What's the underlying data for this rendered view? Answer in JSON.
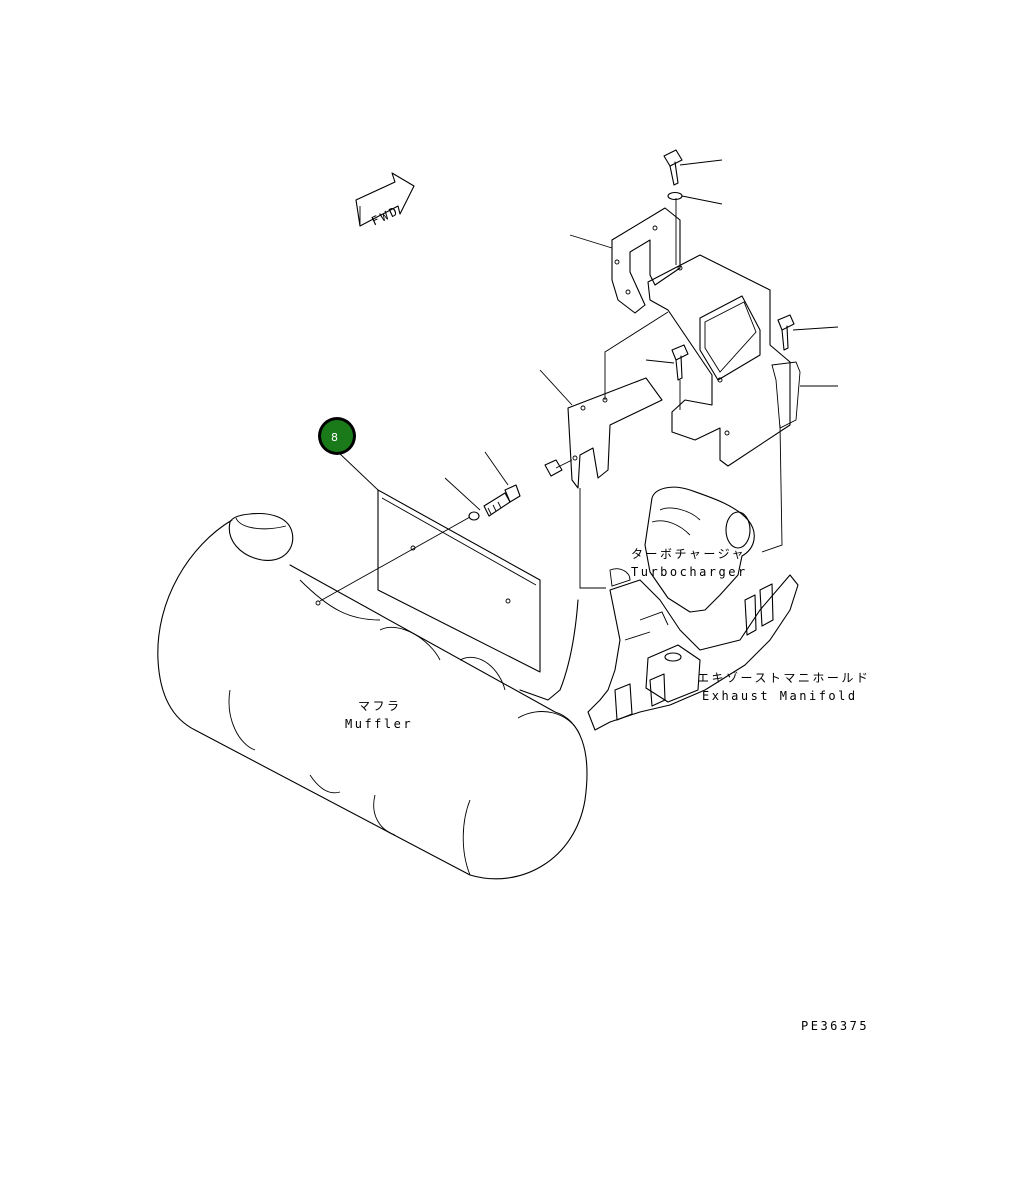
{
  "labels": {
    "turbocharger_jp": "ターボチャージャ",
    "turbocharger_en": "Turbocharger",
    "manifold_jp": "エキゾーストマニホールド",
    "manifold_en": "Exhaust Manifold",
    "muffler_jp": "マフラ",
    "muffler_en": "Muffler",
    "fwd": "FWD",
    "drawing_code": "PE36375"
  },
  "callouts": [
    {
      "number": "8",
      "color": "#1a7a1a"
    }
  ]
}
